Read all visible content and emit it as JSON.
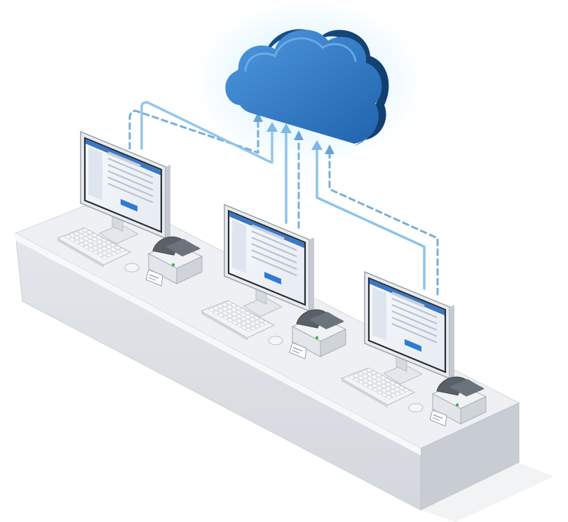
{
  "scene": {
    "description_free": true,
    "workstations": [
      {
        "id": "left",
        "keys_rows": 5,
        "has_printer": true,
        "has_mouse": true
      },
      {
        "id": "center",
        "keys_rows": 5,
        "has_printer": true,
        "has_mouse": true
      },
      {
        "id": "right",
        "keys_rows": 5,
        "has_printer": true,
        "has_mouse": true
      }
    ],
    "cloud": {
      "icon": "cloud-icon"
    },
    "connections": [
      {
        "from": "left",
        "style": "dashed"
      },
      {
        "from": "left",
        "style": "solid"
      },
      {
        "from": "center",
        "style": "solid"
      },
      {
        "from": "center",
        "style": "dashed"
      },
      {
        "from": "right",
        "style": "solid"
      },
      {
        "from": "right",
        "style": "dashed"
      }
    ]
  },
  "colors": {
    "cloud_light": "#4a90d9",
    "cloud_dark": "#1d5fa8",
    "glow": "#7fd0ff",
    "flow_line": "#8cc4ea",
    "flow_dash": "#7aaed6",
    "desk_top": "#eef0f3",
    "desk_front": "#dde1e6",
    "desk_side": "#c9ced5",
    "monitor_frame": "#e9ecef",
    "screen_bg": "#f3f6fa",
    "screen_header": "#3b78c4",
    "screen_button": "#2e7bd6",
    "printer_body": "#e8eaed",
    "printer_top": "#5a6068",
    "printer_light": "#3bb35a"
  }
}
